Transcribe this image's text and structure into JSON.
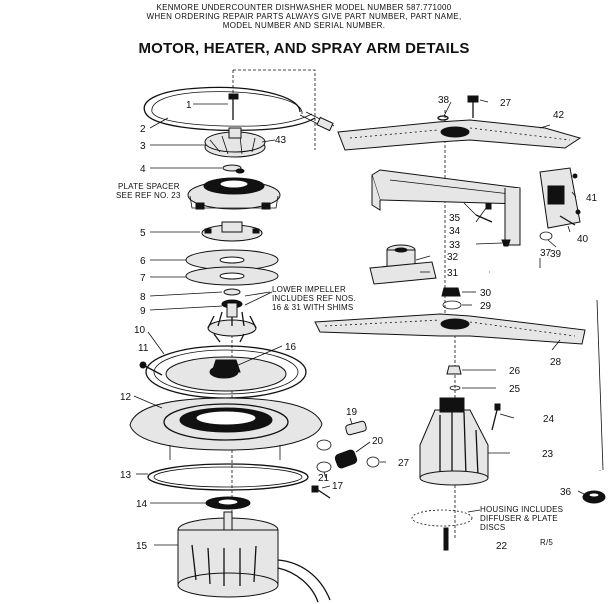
{
  "header": {
    "line1": "KENMORE UNDERCOUNTER DISHWASHER    MODEL NUMBER 587.771000",
    "line2": "WHEN ORDERING REPAIR PARTS ALWAYS GIVE PART NUMBER, PART NAME,",
    "line3": "MODEL NUMBER AND SERIAL NUMBER.",
    "title": "MOTOR, HEATER, AND SPRAY ARM DETAILS"
  },
  "notes": {
    "plate_spacer_1": "PLATE SPACER",
    "plate_spacer_2": "SEE REF NO. 23",
    "impeller_1": "LOWER IMPELLER",
    "impeller_2": "INCLUDES REF NOS.",
    "impeller_3": "16 & 31 WITH SHIMS",
    "housing_1": "HOUSING INCLUDES",
    "housing_2": "DIFFUSER & PLATE",
    "housing_3": "DISCS",
    "page_code": "R/5"
  },
  "part_numbers": [
    "1",
    "2",
    "3",
    "4",
    "5",
    "6",
    "7",
    "8",
    "9",
    "10",
    "11",
    "12",
    "13",
    "14",
    "15",
    "16",
    "17",
    "19",
    "20",
    "21",
    "22",
    "23",
    "24",
    "25",
    "26",
    "27",
    "27",
    "28",
    "29",
    "30",
    "31",
    "32",
    "33",
    "34",
    "35",
    "36",
    "37",
    "38",
    "39",
    "40",
    "41",
    "42",
    "43"
  ]
}
